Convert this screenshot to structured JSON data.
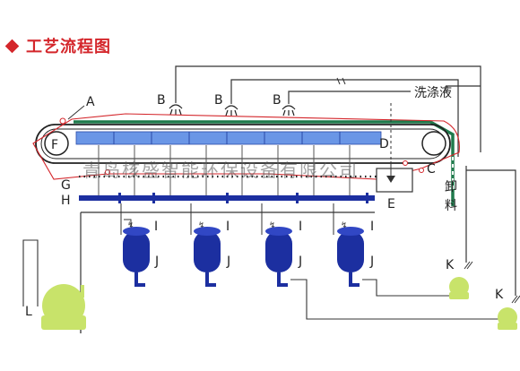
{
  "header": {
    "title": "工艺流程图"
  },
  "labels": {
    "A": "A",
    "B1": "B",
    "B2": "B",
    "B3": "B",
    "F": "F",
    "D": "D",
    "C": "C",
    "G": "G",
    "H": "H",
    "E": "E",
    "I1": "I",
    "I2": "I",
    "I3": "I",
    "I4": "I",
    "J1": "J",
    "J2": "J",
    "J3": "J",
    "J4": "J",
    "K1": "K",
    "K2": "K",
    "L": "L"
  },
  "text": {
    "wash_liquid": "洗涤液",
    "discharge_1": "卸",
    "discharge_2": "料"
  },
  "watermark": "青岛核盛智能环保设备有限公司",
  "colors": {
    "accent_red": "#d4262b",
    "belt_blue": "#1c2fa0",
    "filter_blue": "#6a96e6",
    "green": "#1f7a4c",
    "pump_green": "#c8e36a",
    "line": "#333333"
  }
}
